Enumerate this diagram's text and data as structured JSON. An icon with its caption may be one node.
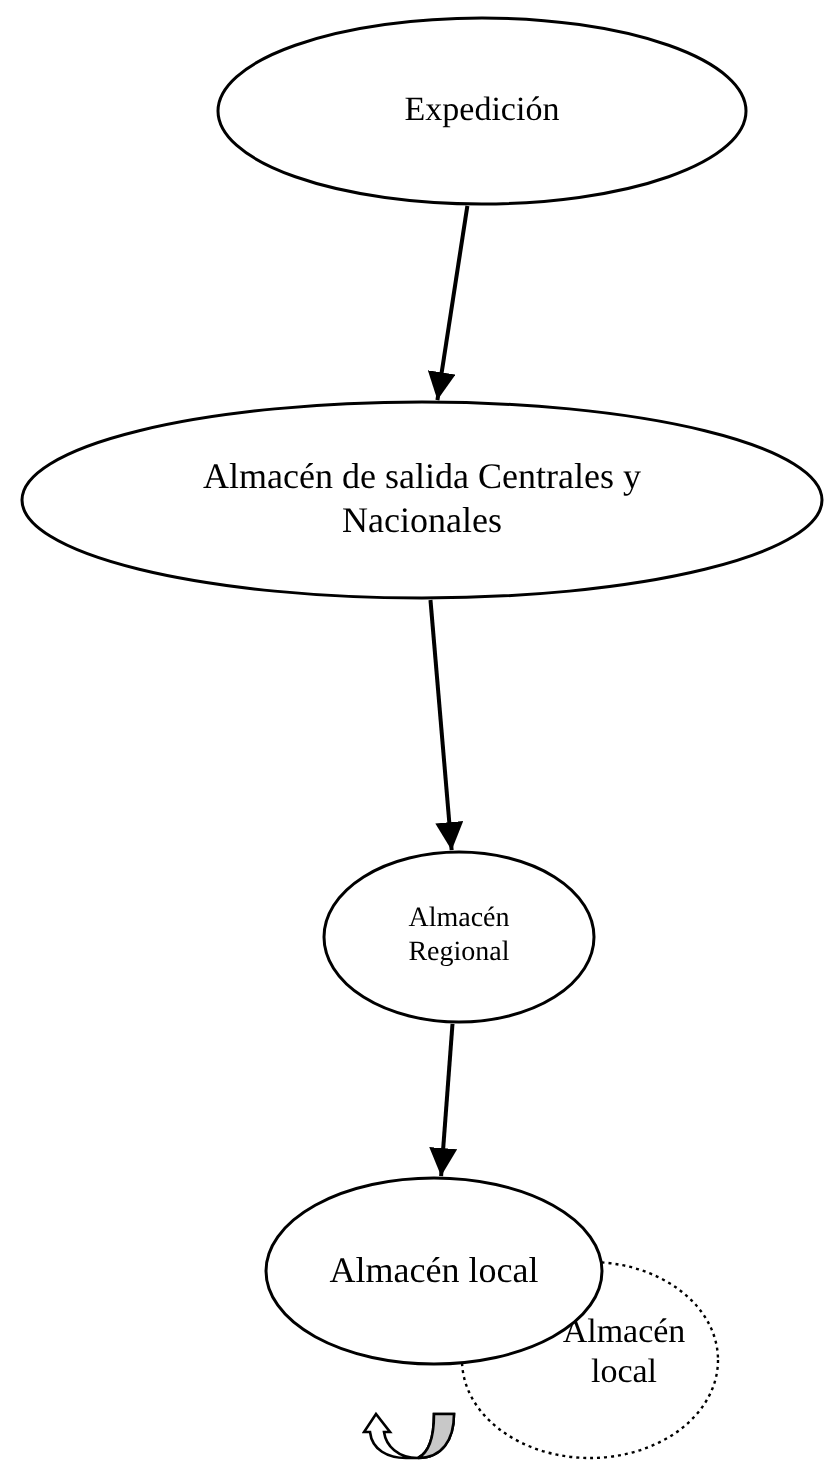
{
  "diagram": {
    "nodes": [
      {
        "text": [
          "Expedición"
        ]
      },
      {
        "text": [
          "Almacén de salida Centrales y Nacionales"
        ]
      },
      {
        "text": [
          "Almacén Regional"
        ]
      },
      {
        "text": [
          "Almacén local"
        ]
      },
      {
        "text": [
          "Almacén local"
        ]
      }
    ],
    "edges": [
      {
        "from": 0,
        "to": 1,
        "arrow": "to"
      },
      {
        "from": 1,
        "to": 2,
        "arrow": "to"
      },
      {
        "from": 2,
        "to": 3,
        "arrow": "to"
      }
    ]
  }
}
